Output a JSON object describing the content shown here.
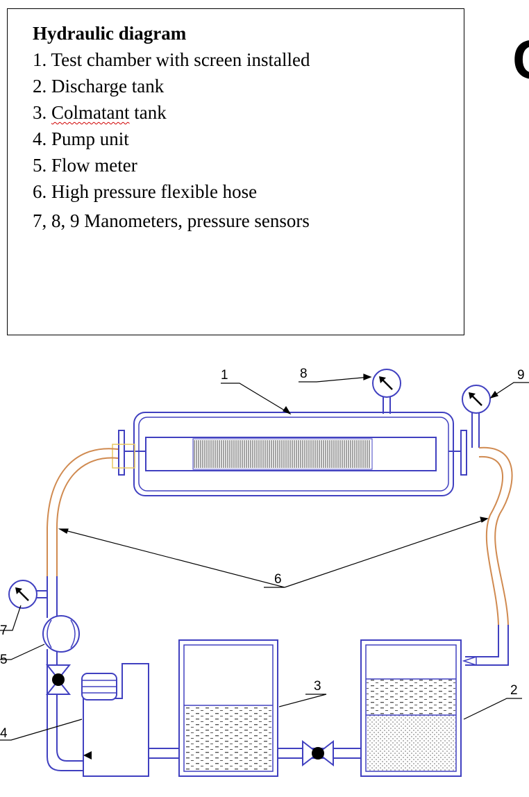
{
  "legend": {
    "title": "Hydraulic diagram",
    "items": [
      "1. Test chamber with screen installed",
      "2. Discharge tank",
      "3. ",
      "4. Pump unit",
      "5.  Flow meter",
      "6. High pressure flexible hose",
      "7, 8, 9 Manometers, pressure sensors"
    ],
    "item3_word": "Colmatant",
    "item3_rest": " tank"
  },
  "side_glyph": "C",
  "callouts": {
    "c1": "1",
    "c2": "2",
    "c3": "3",
    "c4": "4",
    "c5": "5",
    "c6": "6",
    "c7": "7",
    "c8": "8",
    "c9": "9"
  },
  "colors": {
    "pipe": "#4040c0",
    "hose": "#d08a50",
    "annotation": "#000000"
  }
}
